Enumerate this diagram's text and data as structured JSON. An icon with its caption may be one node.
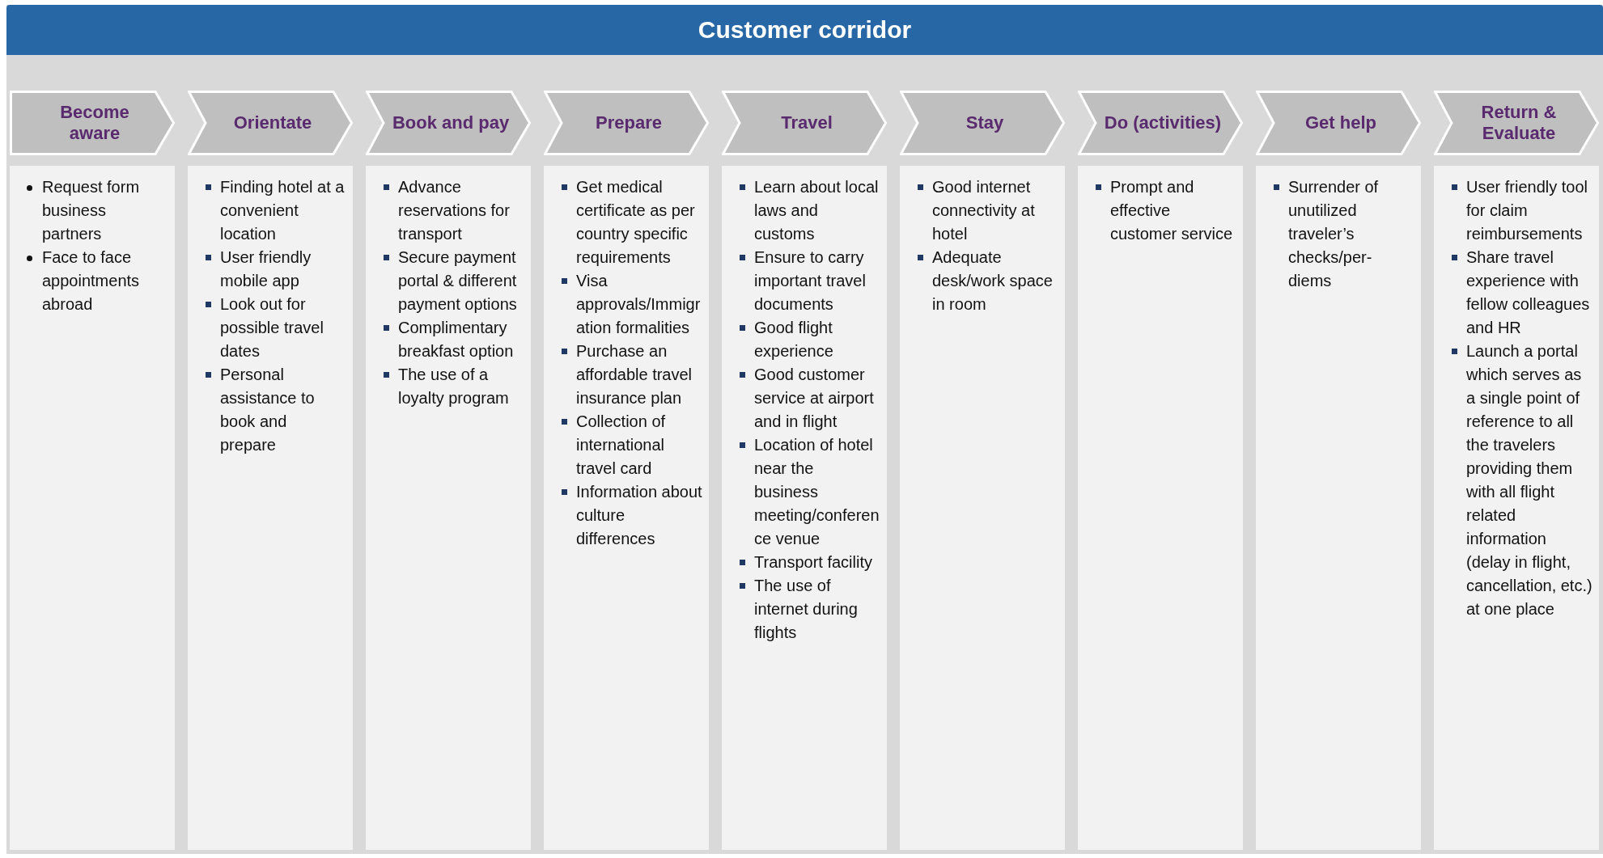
{
  "diagram": {
    "title": "Customer corridor",
    "nodes": [
      {
        "text": [
          "Become aware"
        ]
      },
      {
        "text": [
          "Orientate"
        ]
      },
      {
        "text": [
          "Book and pay"
        ]
      },
      {
        "text": [
          "Prepare"
        ]
      },
      {
        "text": [
          "Travel"
        ]
      },
      {
        "text": [
          "Stay"
        ]
      },
      {
        "text": [
          "Do (activities)"
        ]
      },
      {
        "text": [
          "Get help"
        ]
      },
      {
        "text": [
          "Return & Evaluate"
        ]
      },
      {
        "text": [
          "Request form business partners",
          "Face to face appointments abroad"
        ]
      },
      {
        "text": [
          "Finding hotel at a convenient location",
          "User friendly mobile app",
          "Look out for possible travel dates",
          "Personal assistance to book and prepare"
        ]
      },
      {
        "text": [
          "Advance reservations for transport",
          "Secure payment portal & different payment options",
          "Complimentary breakfast option",
          "The use of a loyalty program"
        ]
      },
      {
        "text": [
          "Get medical certificate as per country specific requirements",
          "Visa approvals/Immigration formalities",
          "Purchase an affordable travel insurance plan",
          "Collection of international travel card",
          "Information about culture differences"
        ]
      },
      {
        "text": [
          "Learn about local laws and customs",
          "Ensure to carry important travel documents",
          "Good flight experience",
          "Good customer service at airport and in flight",
          "Location of hotel near the business meeting/conference venue",
          "Transport facility",
          "The use of internet during flights"
        ]
      },
      {
        "text": [
          "Good internet connectivity at hotel",
          "Adequate desk/work space in room"
        ]
      },
      {
        "text": [
          "Prompt and effective customer service"
        ]
      },
      {
        "text": [
          "Surrender of unutilized traveler’s checks/per-diems"
        ]
      },
      {
        "text": [
          "User friendly tool for claim reimbursements",
          "Share travel experience with fellow colleagues and HR",
          "Launch a portal which serves as a single point of reference to all the travelers providing them with all flight related information (delay in flight, cancellation, etc.) at one place"
        ]
      }
    ]
  }
}
